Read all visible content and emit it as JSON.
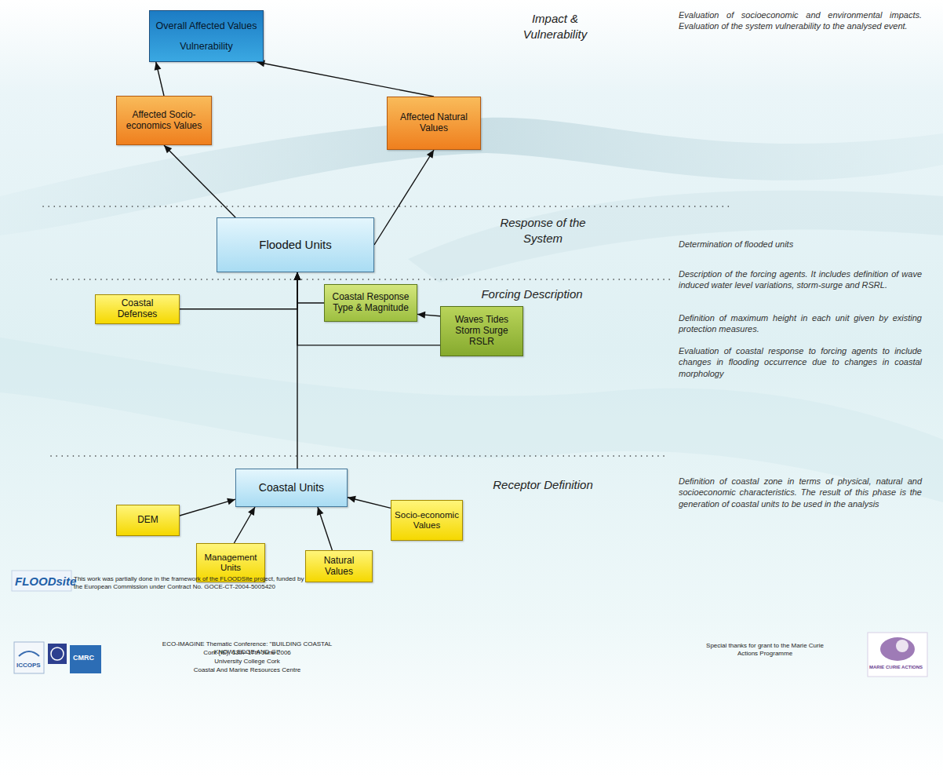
{
  "diagram": {
    "nodes": [
      {
        "text": [
          "Overall Affected Values",
          "Vulnerability"
        ]
      },
      {
        "text": [
          "Affected Socio-economics Values"
        ]
      },
      {
        "text": [
          "Affected Natural Values"
        ]
      },
      {
        "text": [
          "Flooded Units"
        ]
      },
      {
        "text": [
          "Coastal Response Type & Magnitude"
        ]
      },
      {
        "text": [
          "Waves Tides Storm Surge RSLR"
        ]
      },
      {
        "text": [
          "Coastal Defenses"
        ]
      },
      {
        "text": [
          "Coastal Units"
        ]
      },
      {
        "text": [
          "DEM"
        ]
      },
      {
        "text": [
          "Socio-economic Values"
        ]
      },
      {
        "text": [
          "Management Units"
        ]
      },
      {
        "text": [
          "Natural Values"
        ]
      }
    ],
    "edges": [
      {
        "from": 1,
        "to": 0,
        "arrow": "to"
      },
      {
        "from": 2,
        "to": 0,
        "arrow": "to"
      },
      {
        "from": 3,
        "to": 1,
        "arrow": "to"
      },
      {
        "from": 3,
        "to": 2,
        "arrow": "to"
      },
      {
        "from": 7,
        "to": 3,
        "arrow": "to"
      },
      {
        "from": 5,
        "to": 4,
        "arrow": "to"
      },
      {
        "from": 4,
        "to": 3,
        "arrow": "to"
      },
      {
        "from": 5,
        "to": 3,
        "arrow": "to"
      },
      {
        "from": 6,
        "to": 3,
        "arrow": "to"
      },
      {
        "from": 8,
        "to": 7,
        "arrow": "to"
      },
      {
        "from": 10,
        "to": 7,
        "arrow": "to"
      },
      {
        "from": 11,
        "to": 7,
        "arrow": "to"
      },
      {
        "from": 9,
        "to": 7,
        "arrow": "to"
      }
    ],
    "labels": [
      "Impact & Vulnerability",
      "Evaluation of socioeconomic and environmental impacts. Evaluation of the system vulnerability to the analysed event.",
      "Response of the System",
      "Determination of flooded units",
      "Forcing Description",
      "Description of the forcing agents. It includes definition of wave induced water level variations, storm-surge and RSRL.",
      "Definition of maximum height in each unit given by existing protection measures.",
      "Evaluation of coastal response to forcing agents to include changes in flooding occurrence due to changes in coastal morphology",
      "Receptor Definition",
      "Definition of coastal zone in terms of physical, natural and socioeconomic characteristics. The result of this phase is the generation of coastal units to be used in the analysis",
      "FLOODsite",
      "This work was partially done in the framework of the FLOODSite project, funded by the European Commission under Contract No. GOCE-CT-2004-5005420",
      "ECO-IMAGINE Thematic Conference: \"BUILDING COASTAL KNOWLEDGE AND GI\"",
      "Cork (IE), 13th–17th June 2006",
      "University College Cork",
      "Coastal And Marine Resources Centre",
      "Special thanks for grant to the Marie Curie Actions Programme",
      "ICCOPS",
      "CMRC",
      "MARIE CURIE ACTIONS"
    ]
  }
}
